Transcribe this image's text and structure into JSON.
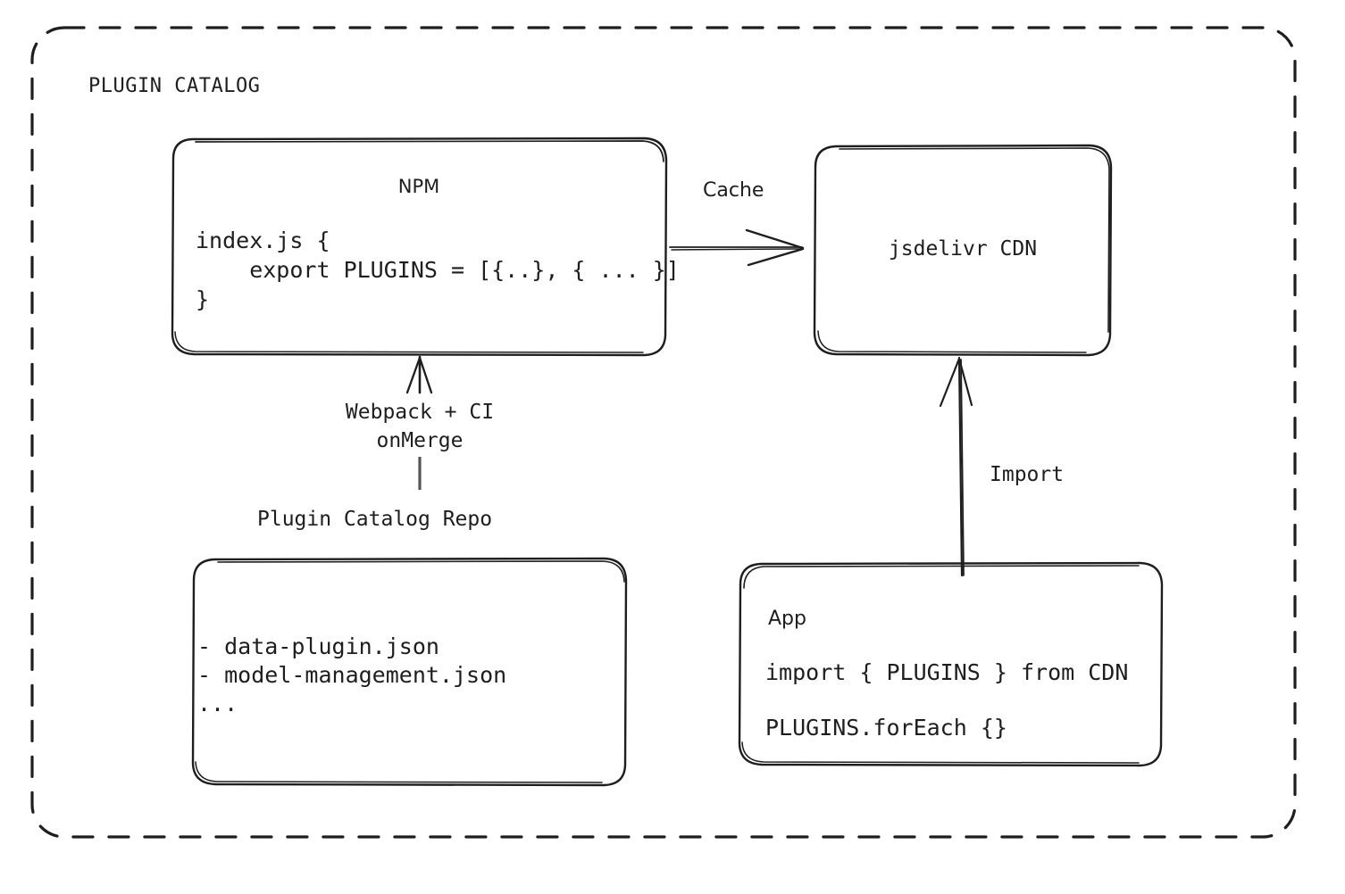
{
  "diagram": {
    "group_title": "PLUGIN CATALOG",
    "background_color": "#ffffff",
    "stroke_color": "#1e1e1e",
    "nodes": {
      "npm": {
        "title": "NPM",
        "code_lines": "index.js {\n    export PLUGINS = [{..}, { ... }]\n}"
      },
      "cdn": {
        "title": "jsdelivr CDN"
      },
      "repo": {
        "caption": "Plugin Catalog Repo",
        "lines": "- data-plugin.json\n- model-management.json\n..."
      },
      "app": {
        "title": "App",
        "code_line_1": "import { PLUGINS } from CDN",
        "code_line_2": "PLUGINS.forEach {}"
      }
    },
    "edges": {
      "cache": "Cache",
      "webpack": "Webpack + CI\nonMerge",
      "import": "Import"
    }
  }
}
